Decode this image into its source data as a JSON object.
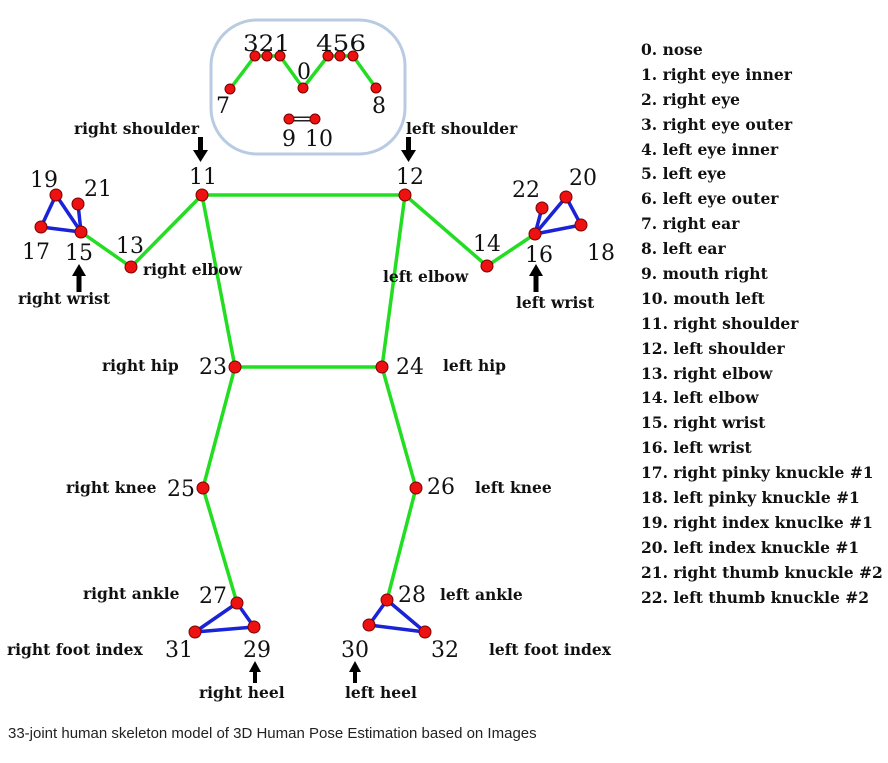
{
  "legend": [
    "0. nose",
    "1. right eye inner",
    "2. right eye",
    "3. right eye outer",
    "4. left eye inner",
    "5. left eye",
    "6. left eye outer",
    "7. right ear",
    "8. left ear",
    "9. mouth right",
    "10. mouth left",
    "11. right shoulder",
    "12. left shoulder",
    "13. right elbow",
    "14. left elbow",
    "15. right wrist",
    "16. left wrist",
    "17. right pinky knuckle #1",
    "18. left pinky knuckle #1",
    "19. right index knuclke #1",
    "20. left index knuckle #1",
    "21. right thumb knuckle #2",
    "22. left thumb knuckle #2"
  ],
  "face_numbers": {
    "right_eye_group": "321",
    "left_eye_group": "456",
    "nose": "0",
    "right_ear": "7",
    "left_ear": "8",
    "mouth_right": "9",
    "mouth_left": "10"
  },
  "joint_numbers": {
    "n11": "11",
    "n12": "12",
    "n13": "13",
    "n14": "14",
    "n15": "15",
    "n16": "16",
    "n17": "17",
    "n18": "18",
    "n19": "19",
    "n20": "20",
    "n21": "21",
    "n22": "22",
    "n23": "23",
    "n24": "24",
    "n25": "25",
    "n26": "26",
    "n27": "27",
    "n28": "28",
    "n29": "29",
    "n30": "30",
    "n31": "31",
    "n32": "32"
  },
  "body_labels": {
    "right_shoulder": "right shoulder",
    "left_shoulder": "left shoulder",
    "right_elbow": "right elbow",
    "left_elbow": "left elbow",
    "right_wrist": "right wrist",
    "left_wrist": "left wrist",
    "right_hip": "right hip",
    "left_hip": "left hip",
    "right_knee": "right knee",
    "left_knee": "left knee",
    "right_ankle": "right ankle",
    "left_ankle": "left ankle",
    "right_foot_index": "right foot index",
    "left_foot_index": "left foot index",
    "right_heel": "right heel",
    "left_heel": "left heel"
  },
  "caption": "33-joint human skeleton model of 3D Human Pose Estimation based on Images",
  "colors": {
    "bone": "#22dd22",
    "hand_foot_link": "#1a23d6",
    "joint": "#ee1111",
    "face_box": "#b9cbe2"
  }
}
